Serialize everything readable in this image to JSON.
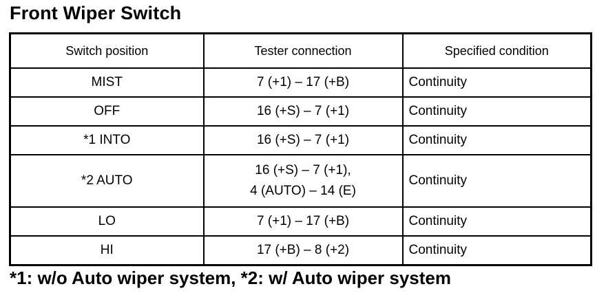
{
  "title": "Front Wiper Switch",
  "table": {
    "headers": [
      "Switch position",
      "Tester connection",
      "Specified condition"
    ],
    "rows": [
      {
        "position": "MIST",
        "connection": [
          "7 (+1) – 17 (+B)"
        ],
        "condition": "Continuity"
      },
      {
        "position": "OFF",
        "connection": [
          "16 (+S) – 7 (+1)"
        ],
        "condition": "Continuity"
      },
      {
        "position": "*1 INTO",
        "connection": [
          "16 (+S) – 7 (+1)"
        ],
        "condition": "Continuity"
      },
      {
        "position": "*2 AUTO",
        "connection": [
          "16 (+S) – 7 (+1),",
          "4 (AUTO) – 14 (E)"
        ],
        "condition": "Continuity"
      },
      {
        "position": "LO",
        "connection": [
          "7 (+1) – 17 (+B)"
        ],
        "condition": "Continuity"
      },
      {
        "position": "HI",
        "connection": [
          "17 (+B) – 8 (+2)"
        ],
        "condition": "Continuity"
      }
    ]
  },
  "footnote": "*1: w/o Auto wiper system, *2: w/ Auto wiper system"
}
